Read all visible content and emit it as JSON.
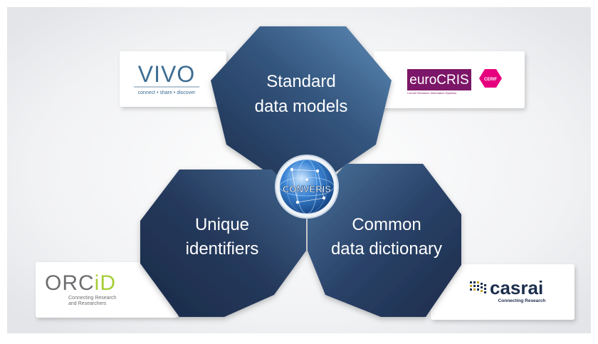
{
  "hexagons": {
    "top": {
      "line1": "Standard",
      "line2": "data models"
    },
    "left": {
      "line1": "Unique",
      "line2": "identifiers"
    },
    "right": {
      "line1": "Common",
      "line2": "data dictionary"
    }
  },
  "center_logo": {
    "text": "CONVERIS",
    "icon": "globe-network-icon"
  },
  "logos": {
    "vivo": {
      "name": "VIVO",
      "tagline": "connect • share • discover"
    },
    "eurocris": {
      "name": "euroCRIS",
      "subtitle": "Current Research Information Systems",
      "badge": "CERIF"
    },
    "orcid": {
      "name_part1": "ORC",
      "name_part2": "iD",
      "tagline_line1": "Connecting Research",
      "tagline_line2": "and Researchers"
    },
    "casrai": {
      "name": "casrai",
      "tagline": "Connecting Research"
    }
  },
  "colors": {
    "hexagon_dark": "#1f3152",
    "hexagon_light": "#4f7ba8",
    "vivo_blue": "#3d6d93",
    "orcid_green": "#a6ce39",
    "orcid_gray": "#6d6e71",
    "eurocris_purple": "#7b1567",
    "cerif_magenta": "#e6007e",
    "casrai_dark": "#1f2d4e"
  }
}
